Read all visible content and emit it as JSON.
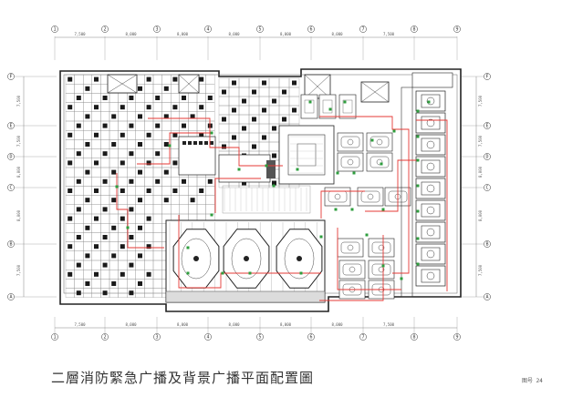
{
  "title": "二層消防緊急广播及背景广播平面配置圖",
  "grid": {
    "columns": [
      "1",
      "2",
      "3",
      "4",
      "5",
      "6",
      "7",
      "8",
      "9"
    ],
    "rows": [
      "A",
      "B",
      "C",
      "D",
      "E",
      "F"
    ],
    "column_spacing_top": [
      "7,500",
      "8,000",
      "8,000",
      "8,000",
      "8,000",
      "8,000",
      "7,500"
    ],
    "column_spacing_bottom": [
      "7,500",
      "8,000",
      "8,000",
      "8,000",
      "8,000",
      "8,000",
      "7,500"
    ],
    "row_spacing": [
      "7,500",
      "8,000",
      "8,000",
      "7,500",
      "7,500"
    ]
  },
  "stamp": "图号 24",
  "colors": {
    "cable": "#e53935",
    "speaker": "#2e9e3e",
    "line": "#222222"
  }
}
